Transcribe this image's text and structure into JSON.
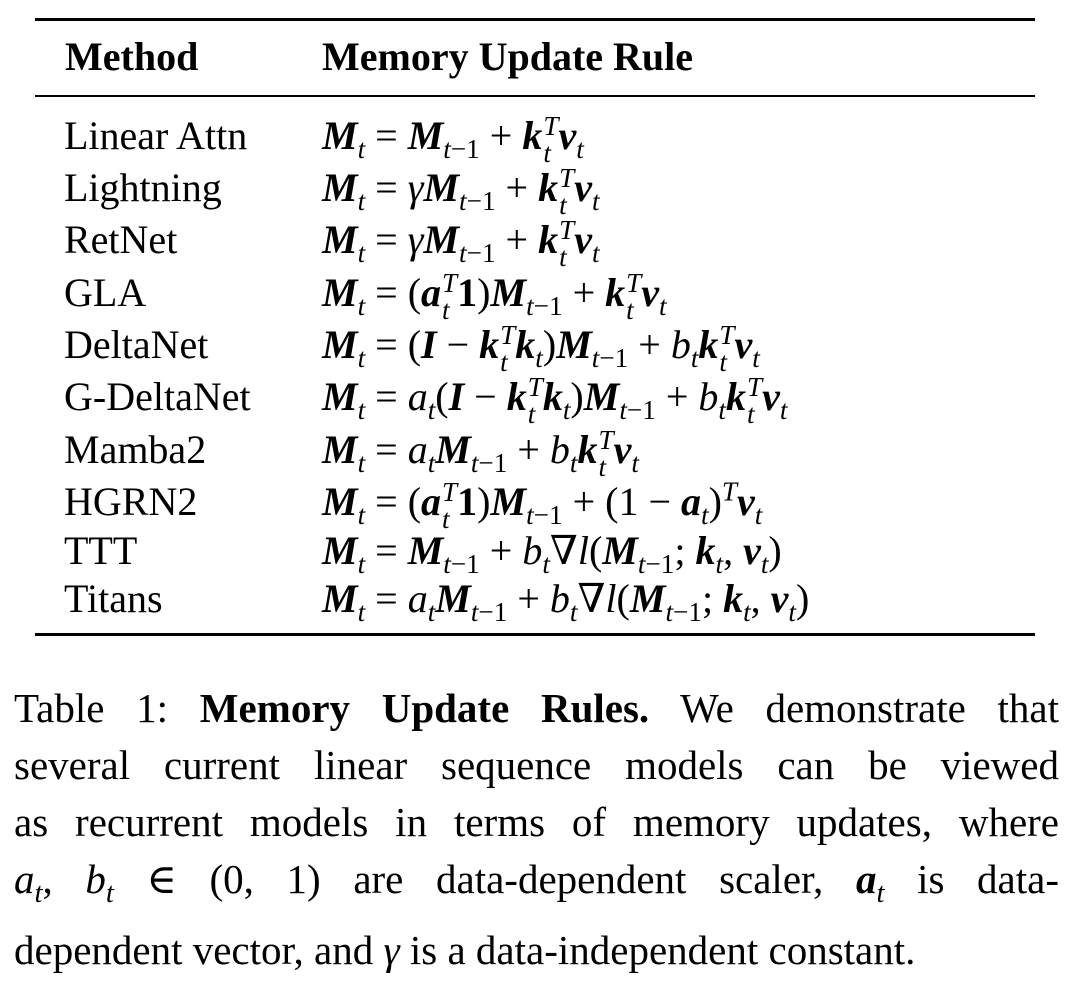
{
  "table": {
    "headers": [
      "Method",
      "Memory Update Rule"
    ],
    "rows": [
      {
        "method": "Linear Attn",
        "rule": "M_t = M_{t−1} + k_t^T v_t"
      },
      {
        "method": "Lightning",
        "rule": "M_t = γM_{t−1} + k_t^T v_t"
      },
      {
        "method": "RetNet",
        "rule": "M_t = γM_{t−1} + k_t^T v_t"
      },
      {
        "method": "GLA",
        "rule": "M_t = (a_t^T 1)M_{t−1} + k_t^T v_t"
      },
      {
        "method": "DeltaNet",
        "rule": "M_t = (I − k_t^T k_t)M_{t−1} + b_t k_t^T v_t"
      },
      {
        "method": "G-DeltaNet",
        "rule": "M_t = a_t(I − k_t^T k_t)M_{t−1} + b_t k_t^T v_t"
      },
      {
        "method": "Mamba2",
        "rule": "M_t = a_t M_{t−1} + b_t k_t^T v_t"
      },
      {
        "method": "HGRN2",
        "rule": "M_t = (a_t^T 1)M_{t−1} + (1 − a_t)^T v_t"
      },
      {
        "method": "TTT",
        "rule": "M_t = M_{t−1} + b_t ∇l(M_{t−1}; k_t, v_t)"
      },
      {
        "method": "Titans",
        "rule": "M_t = a_t M_{t−1} + b_t ∇l(M_{t−1}; k_t, v_t)"
      }
    ]
  },
  "caption": {
    "label": "Table 1:",
    "title": "Memory Update Rules.",
    "lines": [
      "We demonstrate that",
      "several current linear sequence models can be viewed",
      "as recurrent models in terms of memory updates, where",
      "are data-dependent scaler,",
      "is data-",
      "dependent vector, and",
      "is a data-independent constant."
    ],
    "math": {
      "ab": "a_t, b_t ∈ (0, 1)",
      "avec": "a_t",
      "gamma": "γ"
    }
  }
}
